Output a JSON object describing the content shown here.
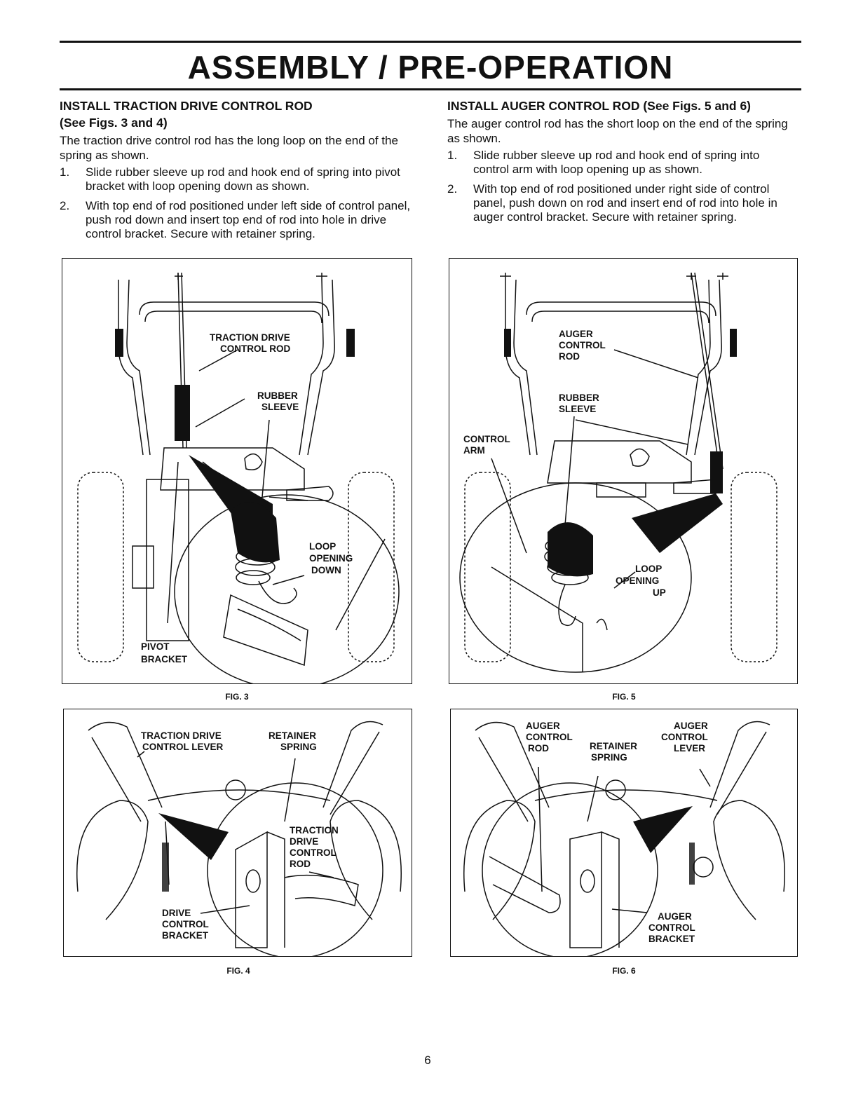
{
  "header": {
    "title": "ASSEMBLY / PRE-OPERATION"
  },
  "left": {
    "heading": "INSTALL TRACTION DRIVE CONTROL ROD",
    "subheading": "(See Figs. 3 and 4)",
    "intro": "The traction drive control rod has the long loop on the end of the spring as shown.",
    "steps": [
      {
        "num": "1.",
        "text": "Slide rubber sleeve up rod and hook end of spring into pivot bracket with loop opening down as shown."
      },
      {
        "num": "2.",
        "text": "With top end of rod positioned under left side of control panel, push rod down and insert top end of rod into hole in drive control bracket. Secure with retainer spring."
      }
    ]
  },
  "right": {
    "heading": "INSTALL AUGER CONTROL ROD (See Figs. 5 and 6)",
    "intro": "The auger control rod has the short loop on the end of the spring as shown.",
    "steps": [
      {
        "num": "1.",
        "text": "Slide rubber sleeve up rod and hook end of spring into control arm with loop opening up as shown."
      },
      {
        "num": "2.",
        "text": "With top end of rod positioned under right side of control panel, push down on rod and insert end of rod into hole in auger control bracket. Secure with retainer spring."
      }
    ]
  },
  "fig3": {
    "caption": "FIG. 3",
    "labels": {
      "tdcr1": "TRACTION DRIVE",
      "tdcr2": "CONTROL ROD",
      "rs1": "RUBBER",
      "rs2": "SLEEVE",
      "lod1": "LOOP",
      "lod2": "OPENING",
      "lod3": "DOWN",
      "pb1": "PIVOT",
      "pb2": "BRACKET"
    }
  },
  "fig4": {
    "caption": "FIG. 4",
    "labels": {
      "tdcl1": "TRACTION DRIVE",
      "tdcl2": "CONTROL LEVER",
      "rsp1": "RETAINER",
      "rsp2": "SPRING",
      "tdr1": "TRACTION",
      "tdr2": "DRIVE",
      "tdr3": "CONTROL",
      "tdr4": "ROD",
      "dcb1": "DRIVE",
      "dcb2": "CONTROL",
      "dcb3": "BRACKET"
    }
  },
  "fig5": {
    "caption": "FIG. 5",
    "labels": {
      "acr1": "AUGER",
      "acr2": "CONTROL",
      "acr3": "ROD",
      "rs1": "RUBBER",
      "rs2": "SLEEVE",
      "ca1": "CONTROL",
      "ca2": "ARM",
      "lou1": "LOOP",
      "lou2": "OPENING",
      "lou3": "UP"
    }
  },
  "fig6": {
    "caption": "FIG. 6",
    "labels": {
      "acr1": "AUGER",
      "acr2": "CONTROL",
      "acr3": "ROD",
      "rsp1": "RETAINER",
      "rsp2": "SPRING",
      "acl1": "AUGER",
      "acl2": "CONTROL",
      "acl3": "LEVER",
      "acb1": "AUGER",
      "acb2": "CONTROL",
      "acb3": "BRACKET"
    }
  },
  "footer": {
    "page_number": "6"
  }
}
